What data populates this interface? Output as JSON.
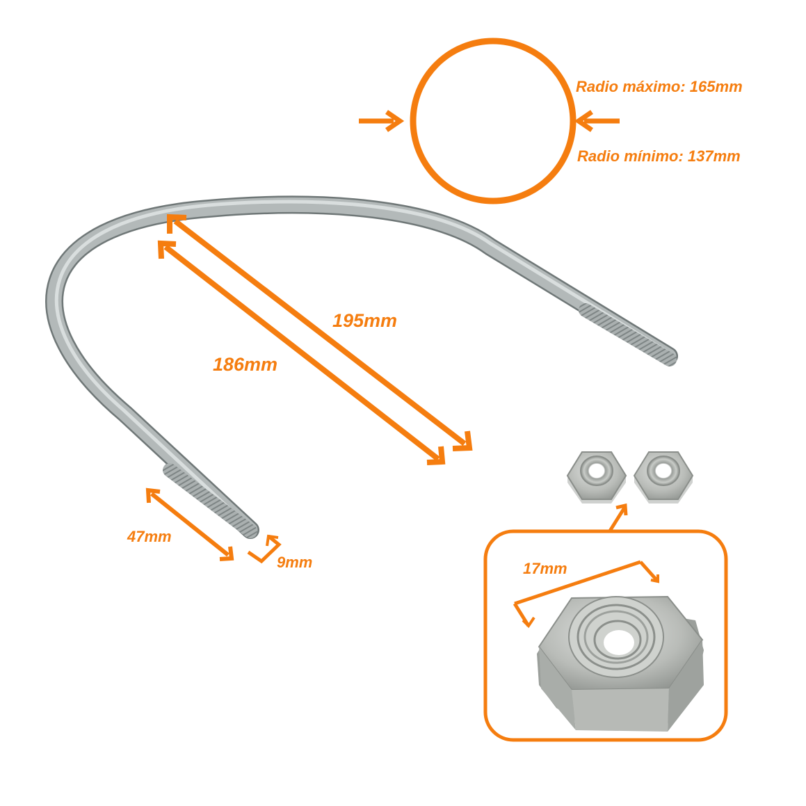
{
  "colors": {
    "accent": "#f57d0f",
    "metal": "#b8bdbd",
    "metal_dark": "#7f8787",
    "background": "#ffffff"
  },
  "pipe_diameter": {
    "max_label": "Radio máximo: 165mm",
    "min_label": "Radio mínimo: 137mm"
  },
  "u_bolt": {
    "outer_length_label": "195mm",
    "inner_length_label": "186mm",
    "thread_length_label": "47mm",
    "rod_diameter_label": "9mm"
  },
  "nut": {
    "quantity": 2,
    "width_label": "17mm",
    "icon_names": [
      "hex-nut-icon",
      "hex-nut-icon"
    ]
  }
}
